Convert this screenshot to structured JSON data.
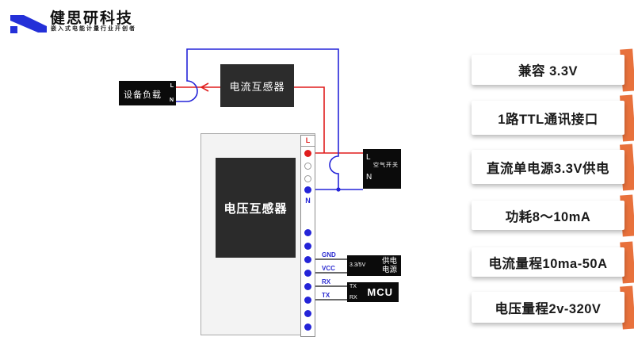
{
  "brand": {
    "title": "健思研科技",
    "subtitle": "嵌入式电能计量行业开创者",
    "logo_color": "#2430d8"
  },
  "colors": {
    "wire_red": "#e01d1d",
    "wire_blue": "#2424d8",
    "accent_orange": "#e8713c"
  },
  "diagram": {
    "load": {
      "label": "设备负载",
      "terminal_top": "L",
      "terminal_bottom": "N"
    },
    "current_transformer": {
      "label": "电流互感器"
    },
    "voltage_transformer": {
      "label": "电压互感器"
    },
    "board_terminals": {
      "top_label": "L",
      "bottom_label": "N",
      "pins": [
        "GND",
        "VCC",
        "RX",
        "TX"
      ]
    },
    "air_switch": {
      "label": "空气开关",
      "terminal_top": "L",
      "terminal_bottom": "N"
    },
    "power_supply": {
      "voltage": "3.3/5V",
      "name_line1": "供电",
      "name_line2": "电源"
    },
    "mcu": {
      "label": "MCU",
      "pin_top": "TX",
      "pin_bottom": "RX"
    }
  },
  "features": [
    "兼容 3.3V",
    "1路TTL通讯接口",
    "直流单电源3.3V供电",
    "功耗8～10mA",
    "电流量程10ma-50A",
    "电压量程2v-320V"
  ]
}
